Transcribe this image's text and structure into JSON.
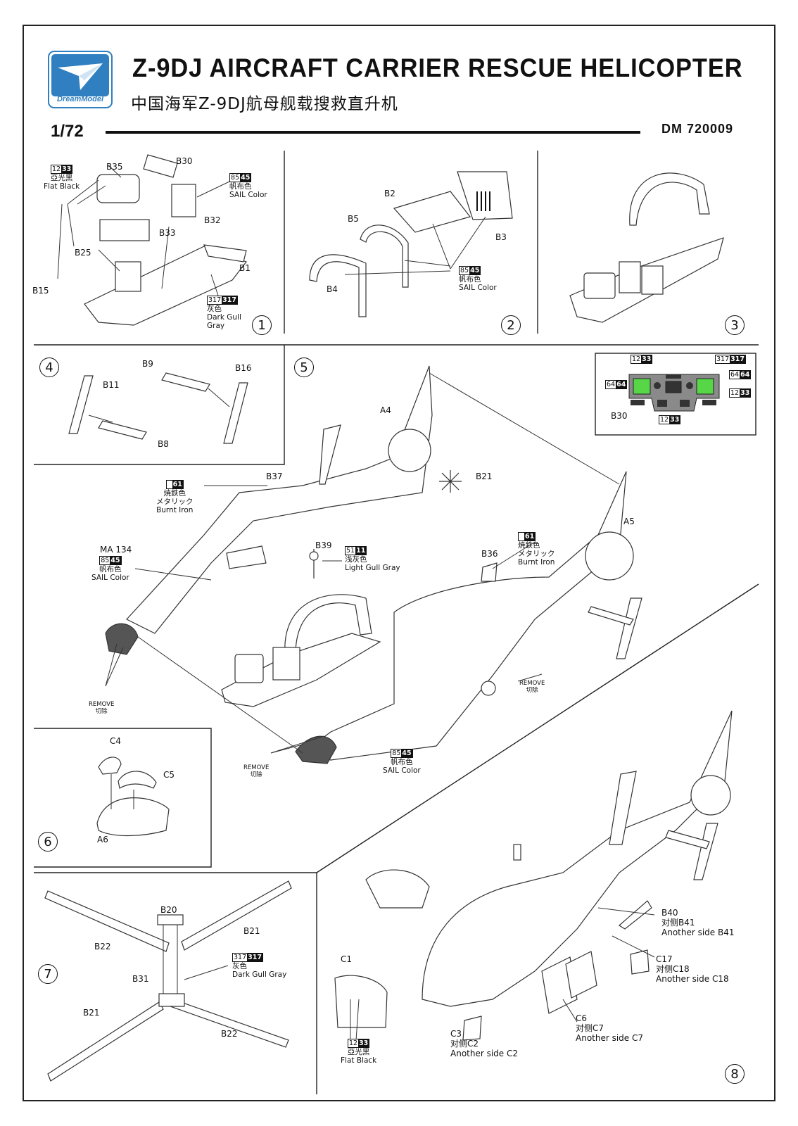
{
  "header": {
    "logo_text": "DreamModel",
    "title_en": "Z-9DJ AIRCRAFT CARRIER RESCUE HELICOPTER",
    "title_cn": "中国海军Z-9DJ航母舰载搜救直升机",
    "scale": "1/72",
    "product_code": "DM 720009"
  },
  "colors": {
    "brand": "#2f7fc1",
    "ink": "#111111",
    "panel_green": "#57d648"
  },
  "paints": {
    "flat_black": {
      "code_a": "12",
      "code_b": "33",
      "cn": "亞光黑",
      "en": "Flat Black"
    },
    "sail": {
      "code_a": "85",
      "code_b": "45",
      "cn": "帆布色",
      "en": "SAIL Color"
    },
    "dark_gull": {
      "code_a": "317",
      "code_b": "317",
      "cn": "灰色",
      "en_1": "Dark Gull",
      "en_2": "Gray",
      "en_full": "Dark Gull Gray"
    },
    "burnt_iron": {
      "code_a": "",
      "code_b": "61",
      "cn": "焼鉄色",
      "jp": "メタリック",
      "en": "Burnt Iron"
    },
    "light_gull": {
      "code_a": "51",
      "code_b": "11",
      "cn": "浅灰色",
      "en": "Light Gull Gray"
    },
    "green": {
      "code_a": "64",
      "code_b": "64"
    }
  },
  "steps": [
    "1",
    "2",
    "3",
    "4",
    "5",
    "6",
    "7",
    "8"
  ],
  "parts": {
    "b1": "B1",
    "b2": "B2",
    "b3": "B3",
    "b4": "B4",
    "b5": "B5",
    "b8": "B8",
    "b9": "B9",
    "b11": "B11",
    "b15": "B15",
    "b16": "B16",
    "b20": "B20",
    "b21": "B21",
    "b22": "B22",
    "b25": "B25",
    "b30": "B30",
    "b31": "B31",
    "b32": "B32",
    "b33": "B33",
    "b35": "B35",
    "b36": "B36",
    "b37": "B37",
    "b39": "B39",
    "a4": "A4",
    "a5": "A5",
    "a6": "A6",
    "c1": "C1",
    "c3": "C3",
    "c4": "C4",
    "c5": "C5",
    "c6": "C6",
    "c17": "C17",
    "b40": "B40",
    "ma134": "MA 134"
  },
  "remove": {
    "en": "REMOVE",
    "cn": "切除"
  },
  "alt_parts": {
    "b40_cn": "对侧B41",
    "b40_en": "Another side B41",
    "c17_cn": "对侧C18",
    "c17_en": "Another side C18",
    "c3_cn": "对侧C2",
    "c3_en": "Another side C2",
    "c6_cn": "对侧C7",
    "c6_en": "Another side C7"
  }
}
